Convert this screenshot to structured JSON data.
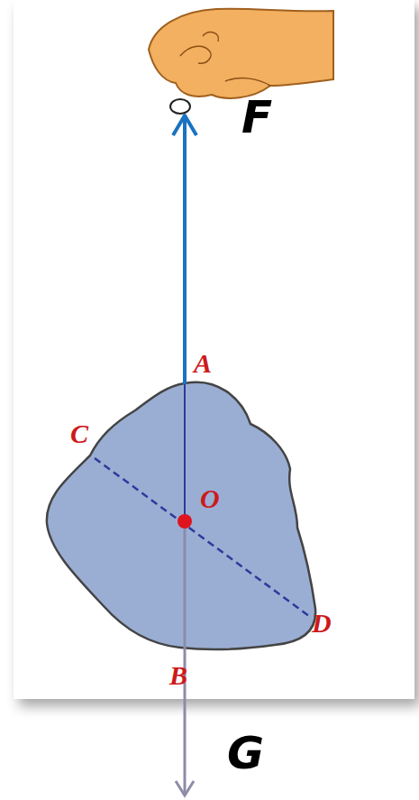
{
  "diagram": {
    "labels": [
      "F",
      "A",
      "C",
      "O",
      "D",
      "B",
      "G"
    ]
  }
}
